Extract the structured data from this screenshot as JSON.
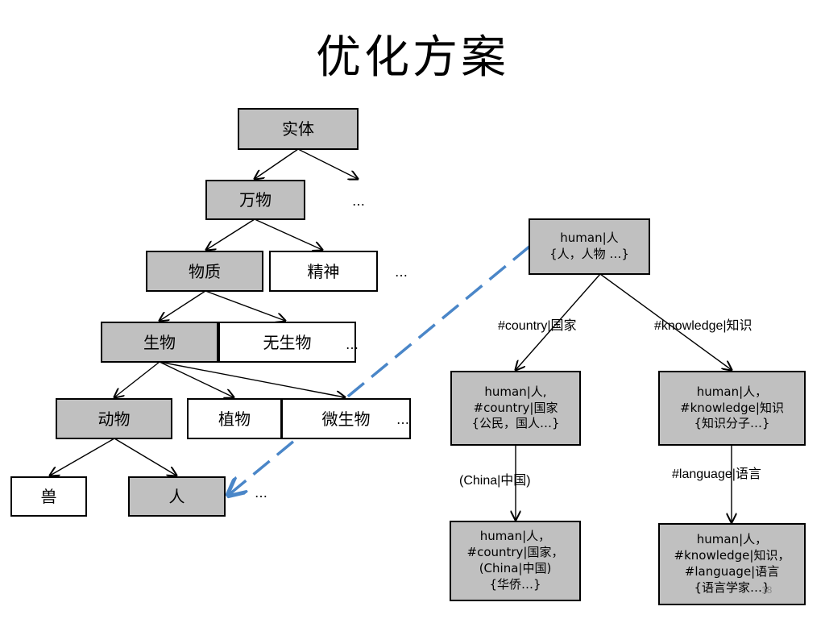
{
  "title": "优化方案",
  "left_tree": {
    "shiti": "实体",
    "wanwu": "万物",
    "wuzhi": "物质",
    "jingshen": "精神",
    "shengwu": "生物",
    "wushengwu": "无生物",
    "dongwu": "动物",
    "zhiwu": "植物",
    "weishengwu": "微生物",
    "shou": "兽",
    "ren": "人",
    "ellipsis": "…"
  },
  "right_tree": {
    "root": "human|人\n{人，人物 …}",
    "edge_country": "#country|国家",
    "edge_knowledge": "#knowledge|知识",
    "country_node": "human|人,\n#country|国家\n{公民，国人…}",
    "knowledge_node": "human|人，\n#knowledge|知识\n{知识分子…}",
    "edge_china": "(China|中国)",
    "edge_language": "#language|语言",
    "china_node": "human|人，\n#country|国家，\n(China|中国)\n{华侨…}",
    "language_node": "human|人，\n#knowledge|知识，\n#language|语言\n{语言学家…}",
    "page_number": "18"
  },
  "colors": {
    "node_fill": "#c0c0c0",
    "dashed_arrow": "#4a86c8"
  }
}
